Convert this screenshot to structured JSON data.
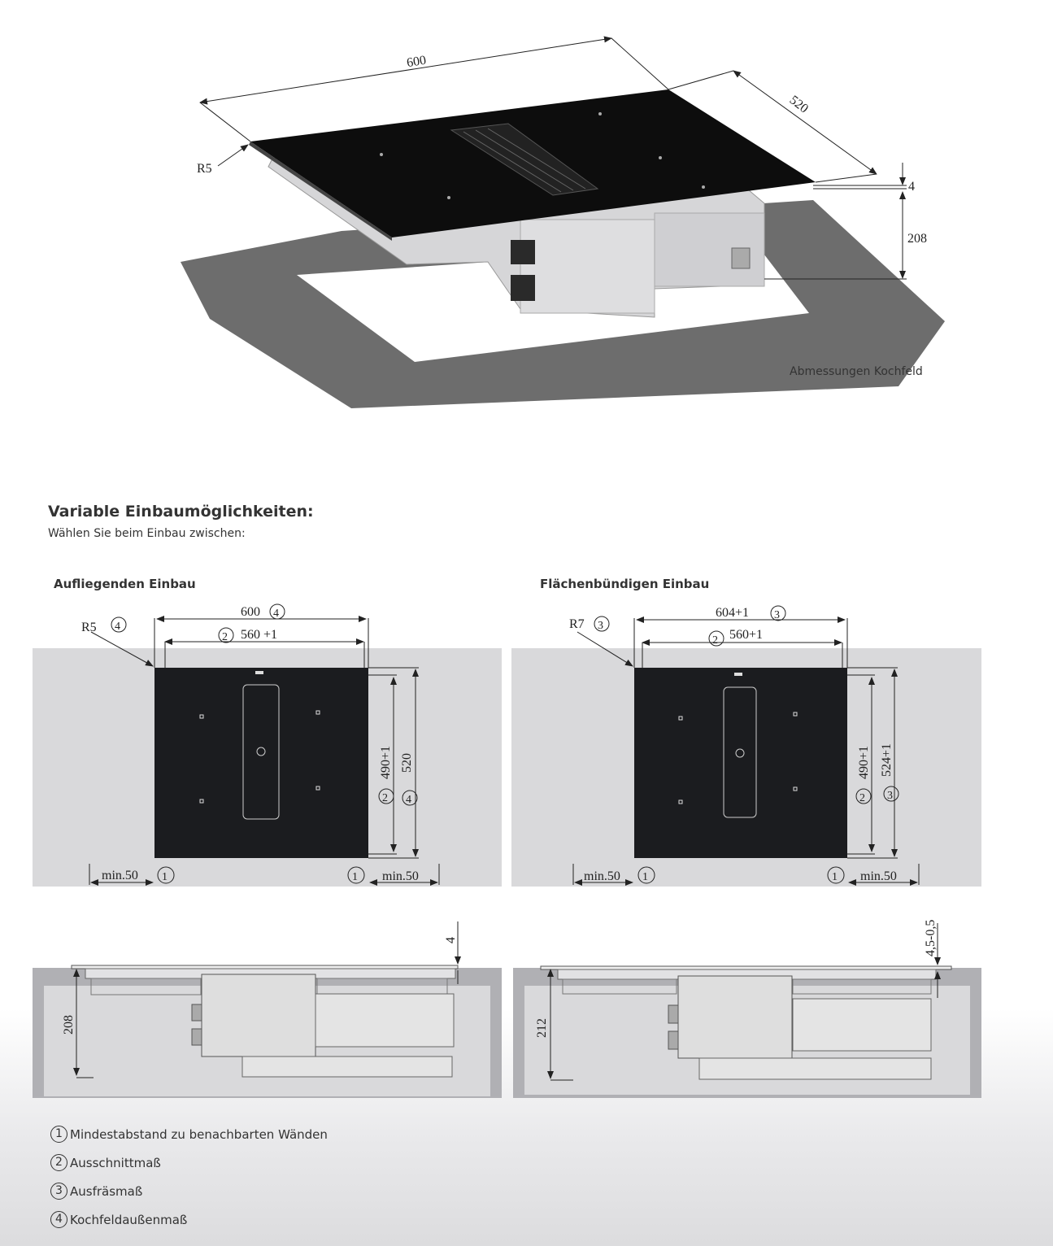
{
  "overview": {
    "caption": "Abmessungen Kochfeld",
    "dims": {
      "width": "600",
      "depth": "520",
      "radius": "R5",
      "glass": "4",
      "height": "208"
    }
  },
  "section": {
    "title": "Variable Einbaumöglichkeiten:",
    "subtitle": "Wählen Sie beim Einbau zwischen:"
  },
  "left_view": {
    "title": "Aufliegenden Einbau",
    "radius": "R5",
    "radius_ref": "4",
    "outer_width": "600",
    "outer_width_ref": "4",
    "cut_width": "560 +1",
    "cut_width_ref": "2",
    "cut_depth": "490+1",
    "cut_depth_ref": "2",
    "outer_depth": "520",
    "outer_depth_ref": "4",
    "min_left": "min.50",
    "min_right": "min.50",
    "min_ref": "1",
    "side_top": "4",
    "side_height": "208"
  },
  "right_view": {
    "title": "Flächenbündigen Einbau",
    "radius": "R7",
    "radius_ref": "3",
    "outer_width": "604+1",
    "outer_width_ref": "3",
    "cut_width": "560+1",
    "cut_width_ref": "2",
    "cut_depth": "490+1",
    "cut_depth_ref": "2",
    "outer_depth": "524+1",
    "outer_depth_ref": "3",
    "min_left": "min.50",
    "min_right": "min.50",
    "min_ref": "1",
    "side_top": "4,5-0,5",
    "side_height": "212"
  },
  "legend": [
    {
      "num": "1",
      "label": "Mindestabstand zu benachbarten Wänden"
    },
    {
      "num": "2",
      "label": "Ausschnittmaß"
    },
    {
      "num": "3",
      "label": "Ausfräsmaß"
    },
    {
      "num": "4",
      "label": "Kochfeldaußenmaß"
    }
  ]
}
